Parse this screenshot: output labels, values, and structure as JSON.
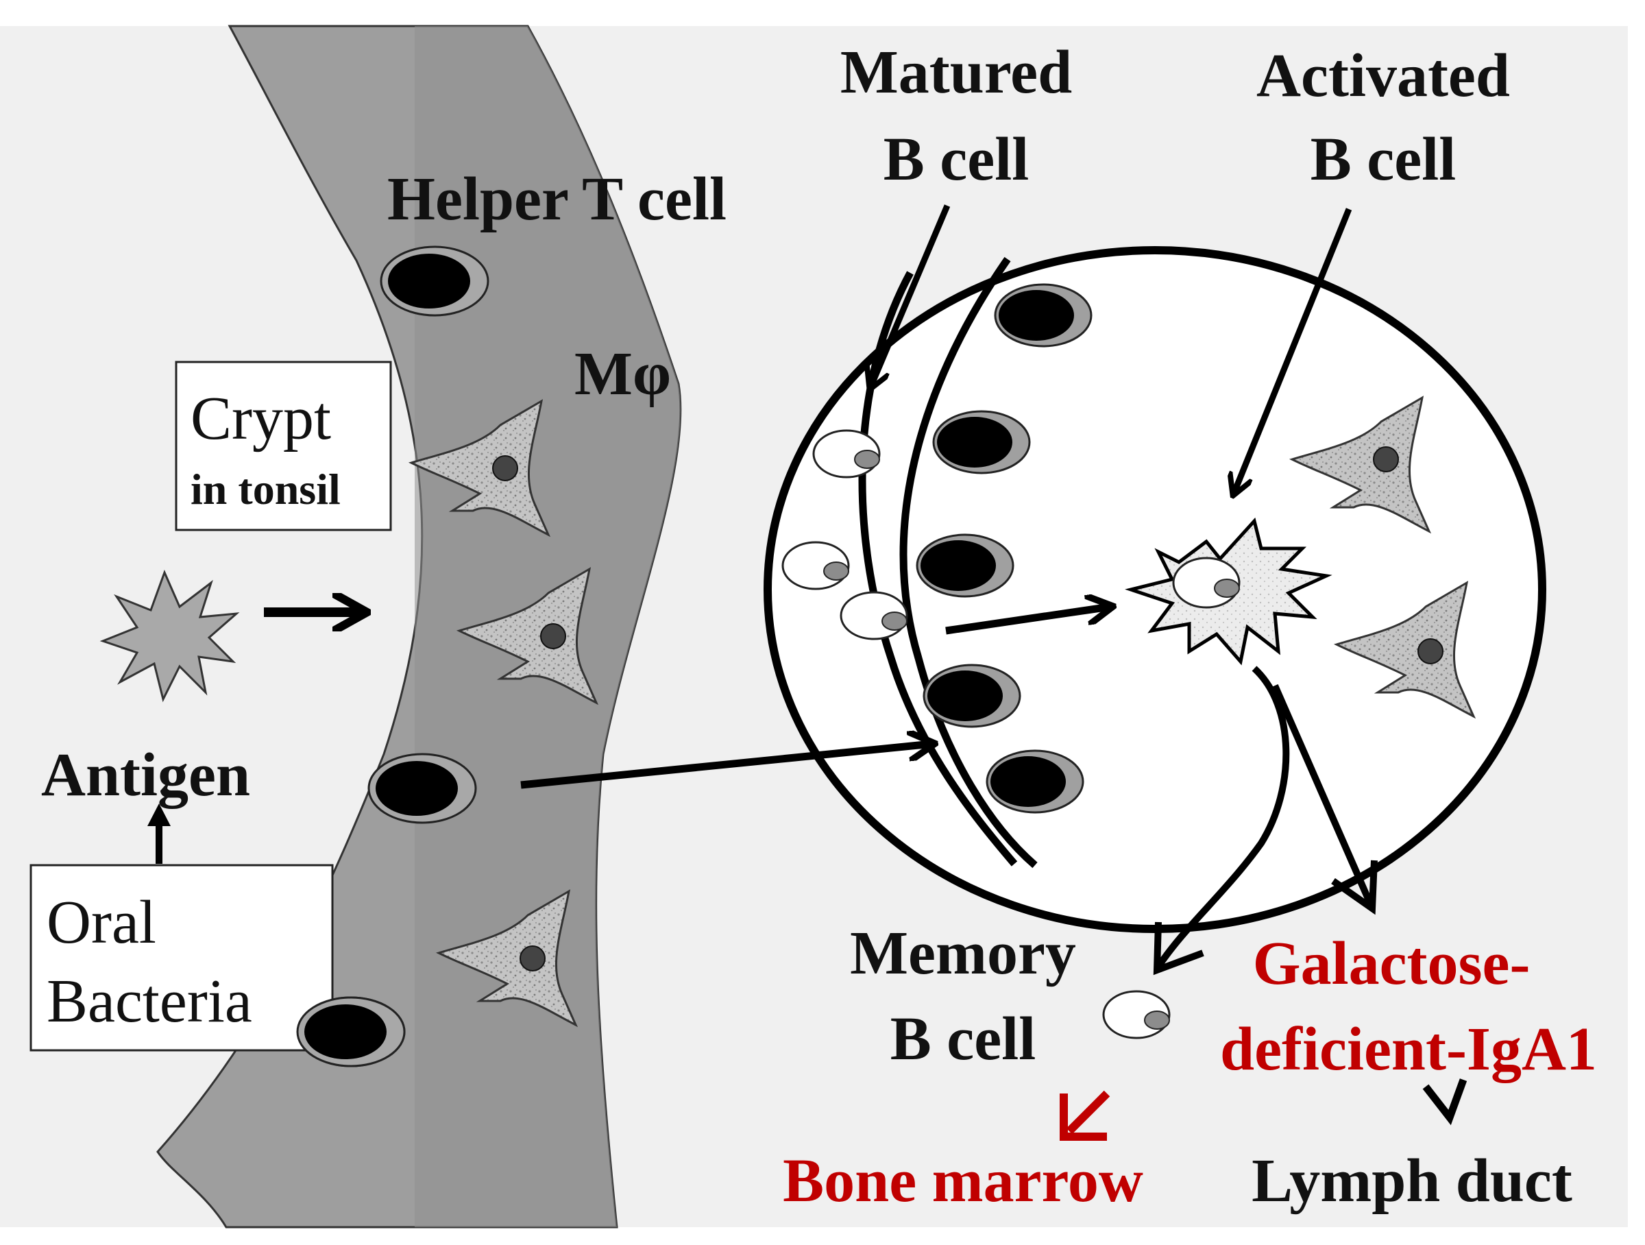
{
  "colors": {
    "background_panel": "#f0f0f0",
    "tissue": "#9e9e9e",
    "tissue_dark": "#8a8a8a",
    "cell_ring": "#a0a0a0",
    "nucleus": "#000000",
    "macrophage": "#b8b8b8",
    "antigen": "#a9a9a9",
    "highlight_text": "#c00000",
    "text": "#111111"
  },
  "labels": {
    "helper_t_cell": "Helper T cell",
    "macrophage": "Mφ",
    "crypt": "Crypt",
    "crypt_sub": "in tonsil",
    "antigen": "Antigen",
    "oral_line1": "Oral",
    "oral_line2": "Bacteria",
    "matured_line1": "Matured",
    "matured_line2": "B cell",
    "activated_line1": "Activated",
    "activated_line2": "B cell",
    "memory_line1": "Memory",
    "memory_line2": "B cell",
    "gd_line1": "Galactose-",
    "gd_line2": "deficient-IgA1",
    "bone_marrow": "Bone marrow",
    "lymph_duct": "Lymph duct"
  },
  "icons": [
    "antigen-icon",
    "helper-t-cell-icon",
    "macrophage-icon",
    "b-cell-icon",
    "activated-b-cell-icon",
    "memory-b-cell-icon"
  ]
}
